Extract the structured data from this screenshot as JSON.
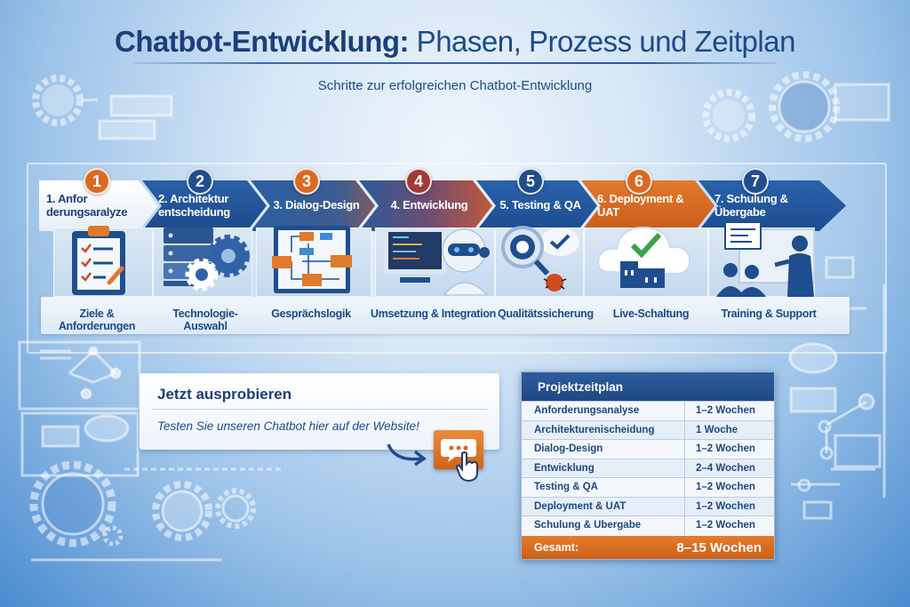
{
  "header": {
    "title_bold": "Chatbot-Entwicklung:",
    "title_regular": " Phasen, Prozess und Zeitplan",
    "subtitle": "Schritte zur erfolgreichen Chatbot-Entwicklung"
  },
  "phases": [
    {
      "number": "1",
      "label": "1. Anfor derungsaralyze",
      "caption": "Ziele & Anforderungen",
      "icon": "clipboard-checklist-icon",
      "number_color": "#d96a22",
      "chevron_color": "#f4f8fc"
    },
    {
      "number": "2",
      "label": "2. Architektur entscheidung",
      "caption": "Technologie-Auswahl",
      "icon": "server-gears-icon",
      "number_color": "#1f4e8e",
      "chevron_color": "#24579a"
    },
    {
      "number": "3",
      "label": "3. Dialog-Design",
      "caption": "Gesprächslogik",
      "icon": "flowchart-icon",
      "number_color": "#d96a22",
      "chevron_color": "#2a5d9f"
    },
    {
      "number": "4",
      "label": "4. Entwicklung",
      "caption": "Umsetzung & Integration",
      "icon": "robot-computer-icon",
      "number_color": "#a23a37",
      "chevron_color": "#a5463c"
    },
    {
      "number": "5",
      "label": "5. Testing & QA",
      "caption": "Qualitätssicherung",
      "icon": "magnifier-bug-icon",
      "number_color": "#1f4e8e",
      "chevron_color": "#24579a"
    },
    {
      "number": "6",
      "label": "6. Deployment & UAT",
      "caption": "Live-Schaltung",
      "icon": "cloud-check-icon",
      "number_color": "#d96a22",
      "chevron_color": "#d46a22"
    },
    {
      "number": "7",
      "label": "7. Schulung & Übergabe",
      "caption": "Training & Support",
      "icon": "presentation-icon",
      "number_color": "#1f4e8e",
      "chevron_color": "#22569a"
    }
  ],
  "cta": {
    "title": "Jetzt ausprobieren",
    "text": "Testen Sie unseren Chatbot hier auf der Website!",
    "button_icon": "chat-bubble-icon"
  },
  "timeline": {
    "title": "Projektzeitplan",
    "rows": [
      {
        "phase": "Anforderungsanalyse",
        "duration": "1–2 Wochen"
      },
      {
        "phase": "Architekturenischeidung",
        "duration": "1 Woche"
      },
      {
        "phase": "Dialog-Design",
        "duration": "1–2 Wochen"
      },
      {
        "phase": "Entwicklung",
        "duration": "2–4 Wochen"
      },
      {
        "phase": "Testing & QA",
        "duration": "1–2 Wochen"
      },
      {
        "phase": "Deployment & UAT",
        "duration": "1–2 Wochen"
      },
      {
        "phase": "Schulung & Ubergabe",
        "duration": "1–2 Wochen"
      }
    ],
    "total_label": "Gesamt:",
    "total_value": "8–15 Wochen"
  },
  "colors": {
    "primary_blue": "#1f4e8e",
    "accent_orange": "#d96a22",
    "accent_red": "#a23a37"
  }
}
